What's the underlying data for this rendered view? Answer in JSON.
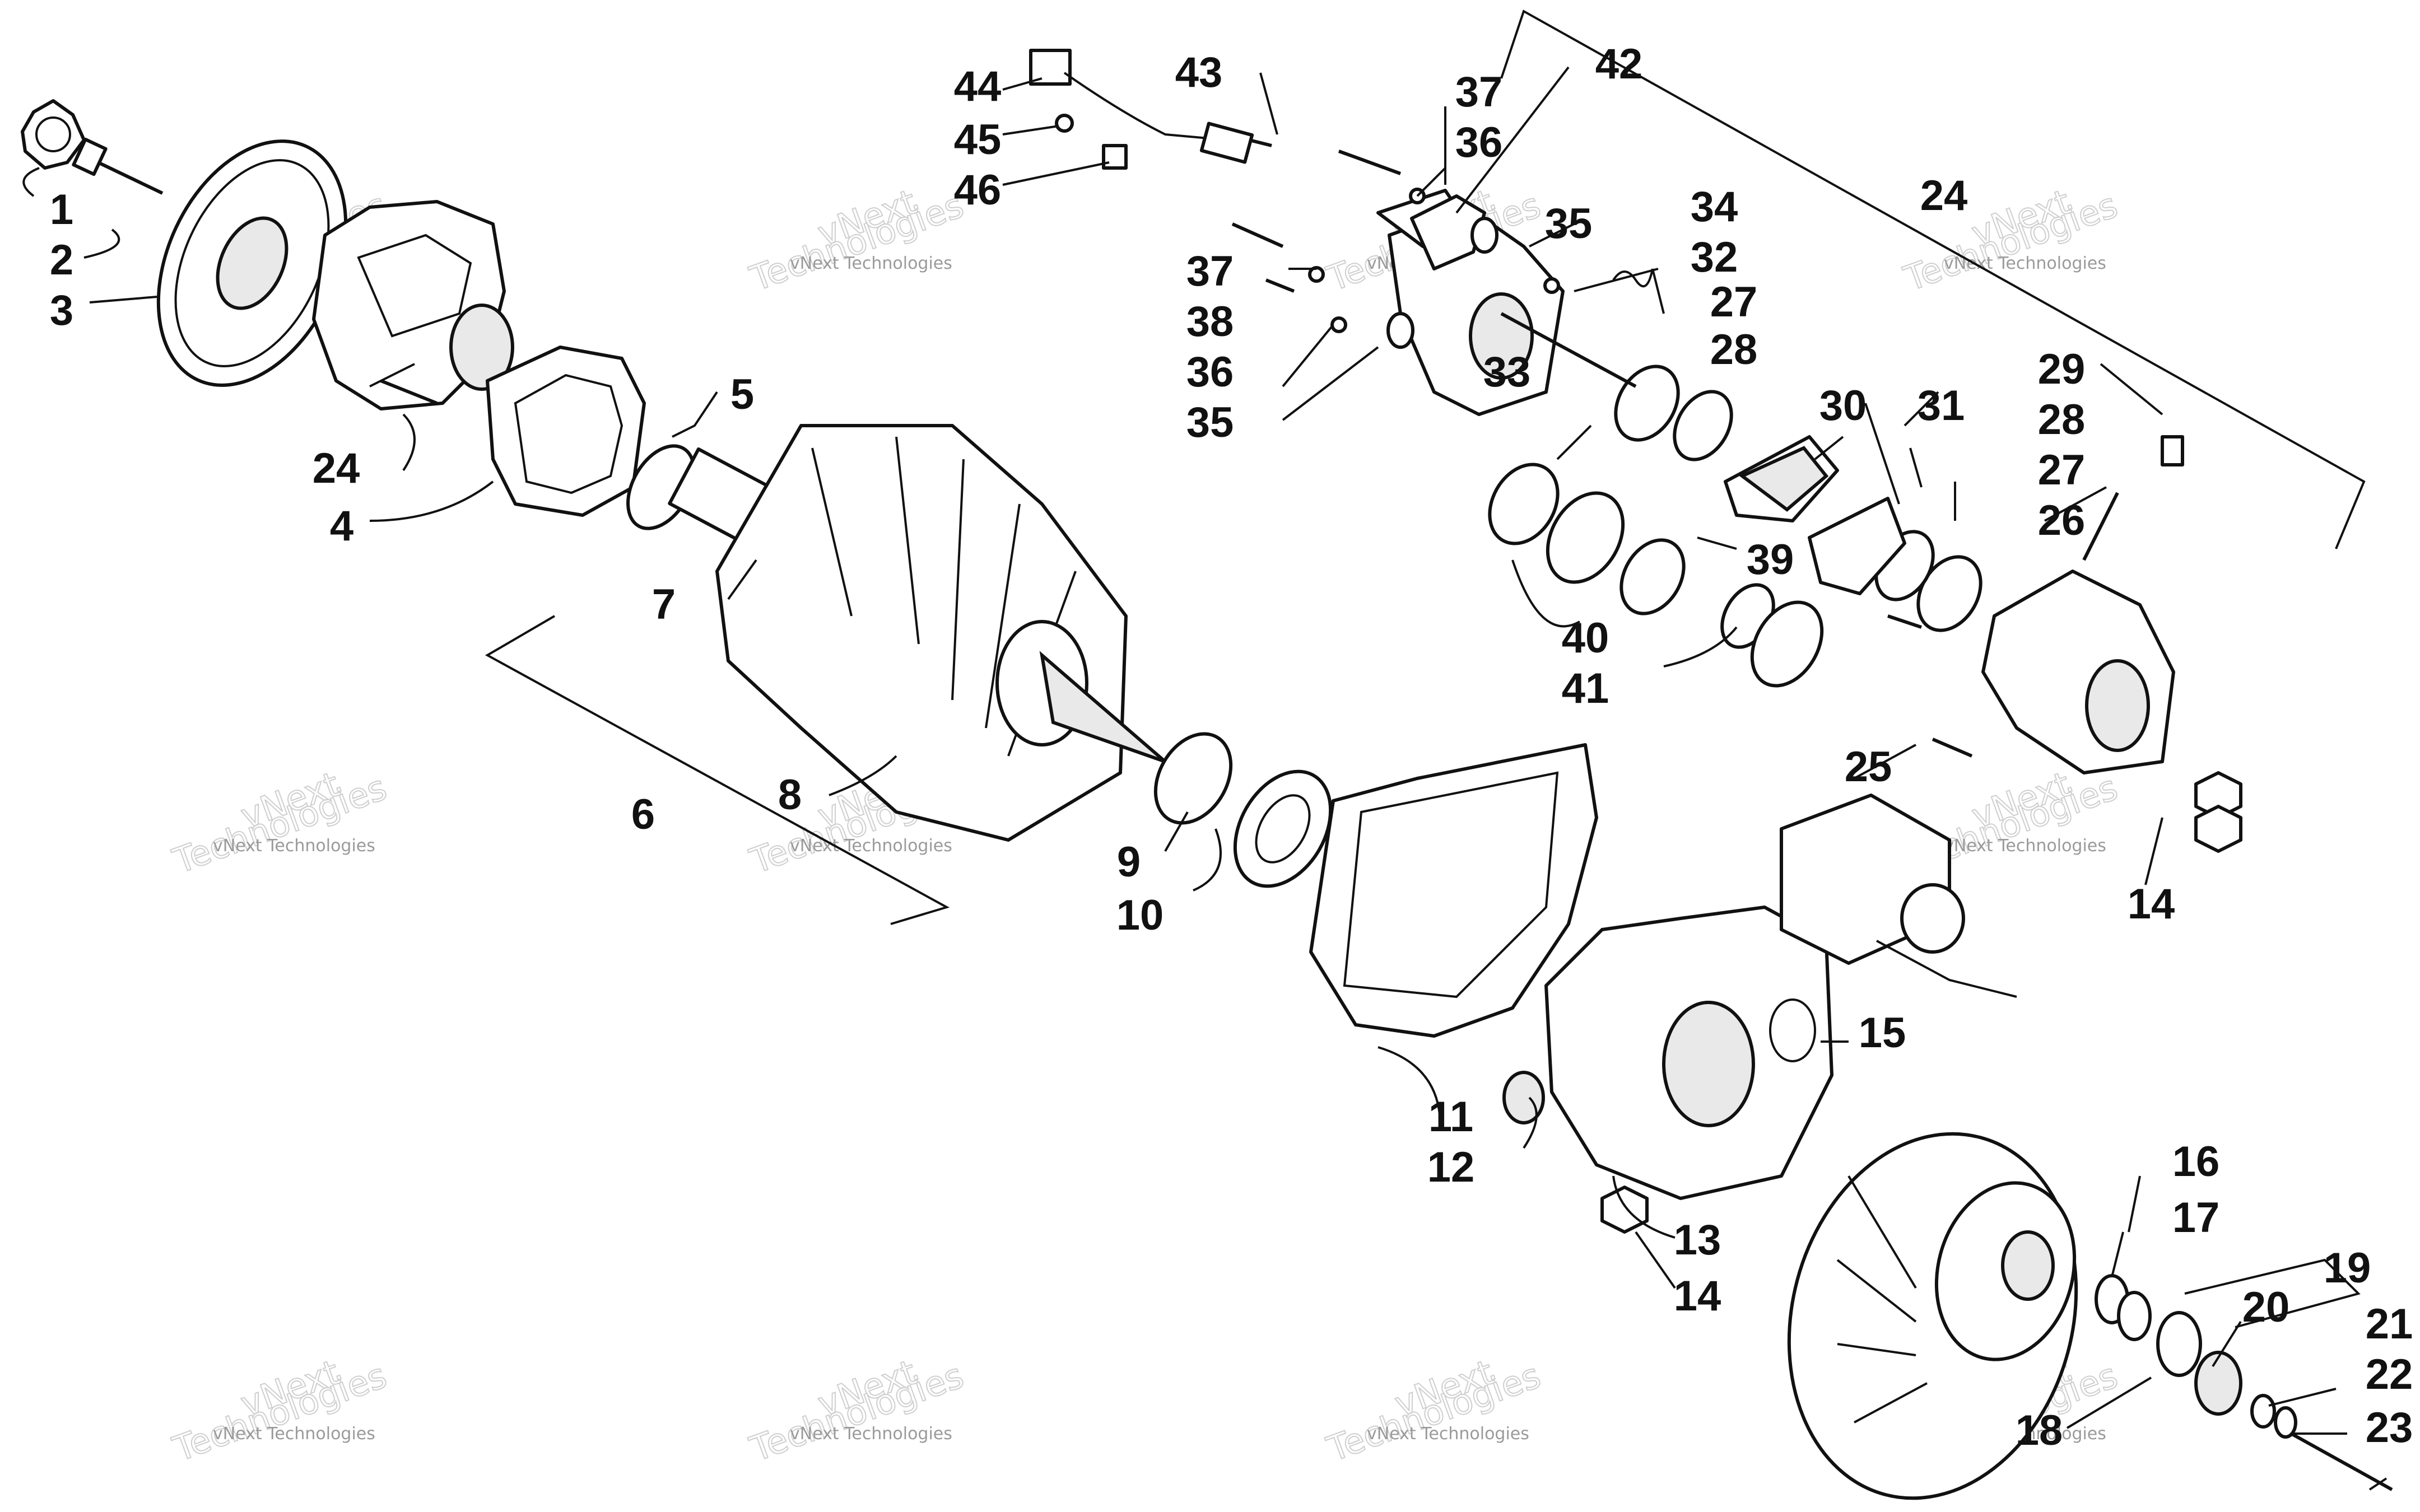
{
  "diagram": {
    "callouts": [
      "1",
      "2",
      "3",
      "4",
      "5",
      "6",
      "7",
      "8",
      "9",
      "10",
      "11",
      "12",
      "13",
      "14",
      "14",
      "15",
      "16",
      "17",
      "18",
      "19",
      "20",
      "21",
      "22",
      "23",
      "24",
      "24",
      "25",
      "26",
      "27",
      "27",
      "28",
      "28",
      "29",
      "30",
      "31",
      "32",
      "33",
      "34",
      "35",
      "35",
      "36",
      "36",
      "37",
      "37",
      "38",
      "39",
      "40",
      "41",
      "42",
      "43",
      "44",
      "45",
      "46"
    ],
    "watermark": {
      "small": "vNext Technologies",
      "big_line1": "vNext",
      "big_line2": "Technologies"
    }
  }
}
